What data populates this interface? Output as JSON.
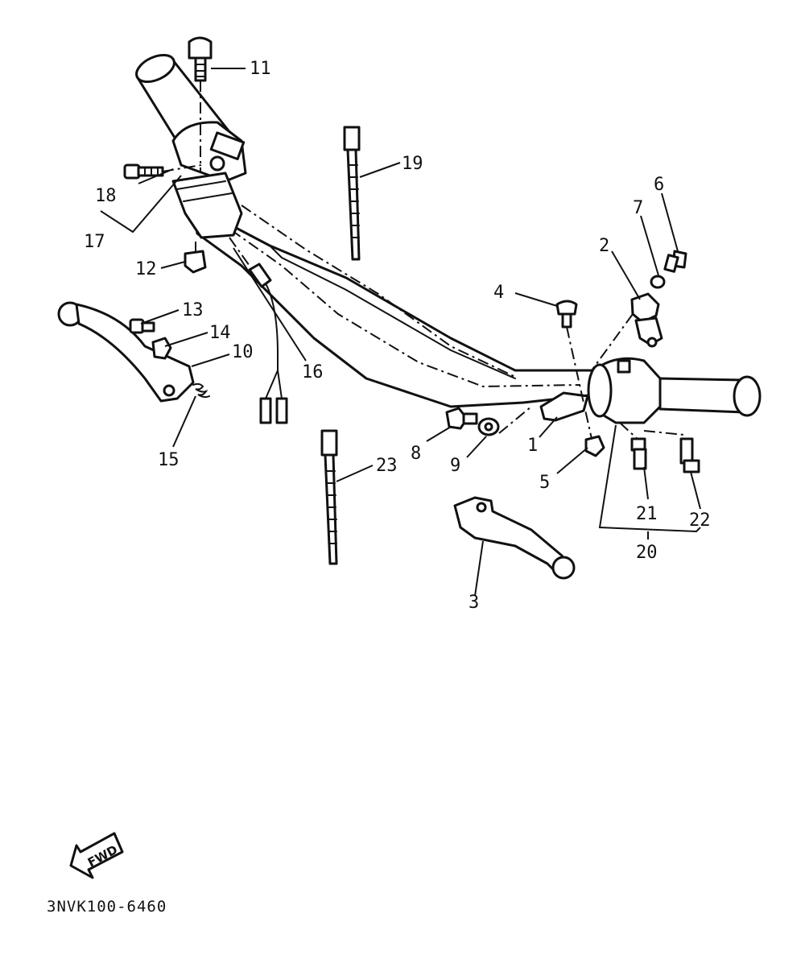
{
  "callouts": {
    "c1": "1",
    "c2": "2",
    "c3": "3",
    "c4": "4",
    "c5": "5",
    "c6": "6",
    "c7": "7",
    "c8": "8",
    "c9": "9",
    "c10": "10",
    "c11": "11",
    "c12": "12",
    "c13": "13",
    "c14": "14",
    "c15": "15",
    "c16": "16",
    "c17": "17",
    "c18": "18",
    "c19": "19",
    "c20": "20",
    "c21": "21",
    "c22": "22",
    "c23": "23"
  },
  "fwd_arrow": {
    "label": "FWD"
  },
  "diagram_code": "3NVK100-6460",
  "colors": {
    "ink": "#111111",
    "paper": "#ffffff"
  }
}
